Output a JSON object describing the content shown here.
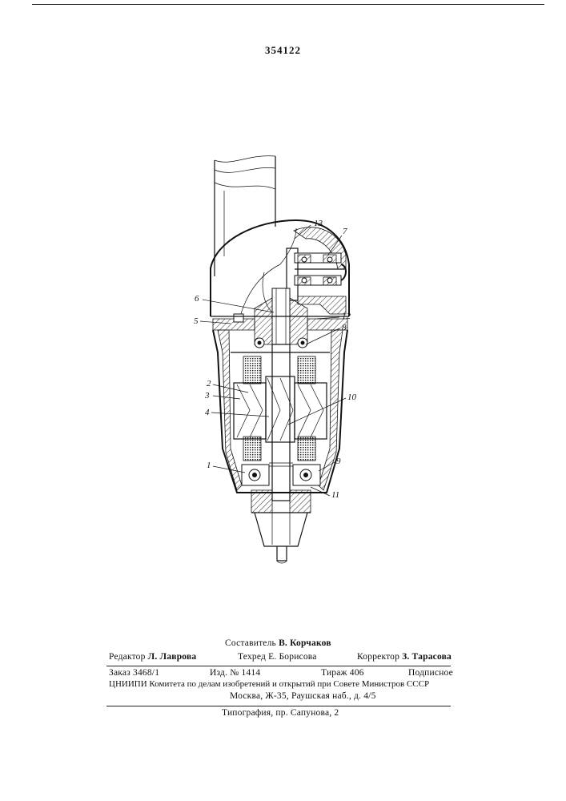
{
  "patent_number": "354122",
  "figure_labels": [
    "1",
    "2",
    "3",
    "4",
    "5",
    "6",
    "7",
    "8",
    "9",
    "10",
    "11",
    "12",
    "13"
  ],
  "imprint": {
    "compiler_label": "Составитель",
    "compiler_name": "В. Корчаков",
    "editor_label": "Редактор",
    "editor_name": "Л. Лаврова",
    "techred_label": "Техред",
    "techred_name": "Е. Борисова",
    "corrector_label": "Корректор",
    "corrector_name": "З. Тарасова",
    "order": "Заказ  3468/1",
    "issue": "Изд.  №  1414",
    "print_run": "Тираж  406",
    "subscription": "Подписное",
    "institute_line": "ЦНИИПИ  Комитета  по  делам  изобретений  и  открытий  при  Совете  Министров  СССР",
    "address": "Москва,  Ж-35,  Раушская  наб.,  д.  4/5",
    "printer": "Типография,  пр.  Сапунова,  2"
  }
}
